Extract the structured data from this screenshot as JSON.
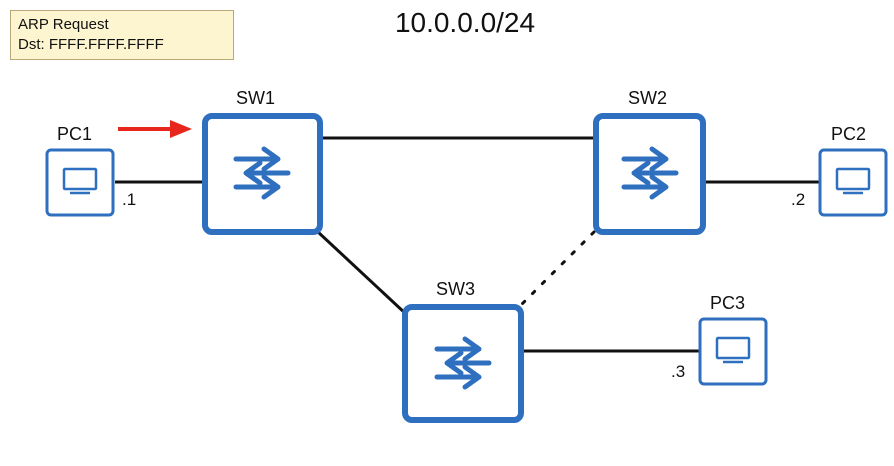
{
  "note": {
    "line1": "ARP Request",
    "line2": "Dst: FFFF.FFFF.FFFF"
  },
  "title": "10.0.0.0/24",
  "switches": {
    "sw1": "SW1",
    "sw2": "SW2",
    "sw3": "SW3"
  },
  "pcs": {
    "pc1": {
      "name": "PC1",
      "address": ".1"
    },
    "pc2": {
      "name": "PC2",
      "address": ".2"
    },
    "pc3": {
      "name": "PC3",
      "address": ".3"
    }
  },
  "colors": {
    "device_blue": "#2f6fbf",
    "link_black": "#111111",
    "arrow_red": "#e8261b",
    "note_fill": "#fdf5cf"
  },
  "icons": {
    "switch": "switch-arrows-icon",
    "pc": "monitor-icon",
    "pointer": "red-arrow-icon"
  }
}
